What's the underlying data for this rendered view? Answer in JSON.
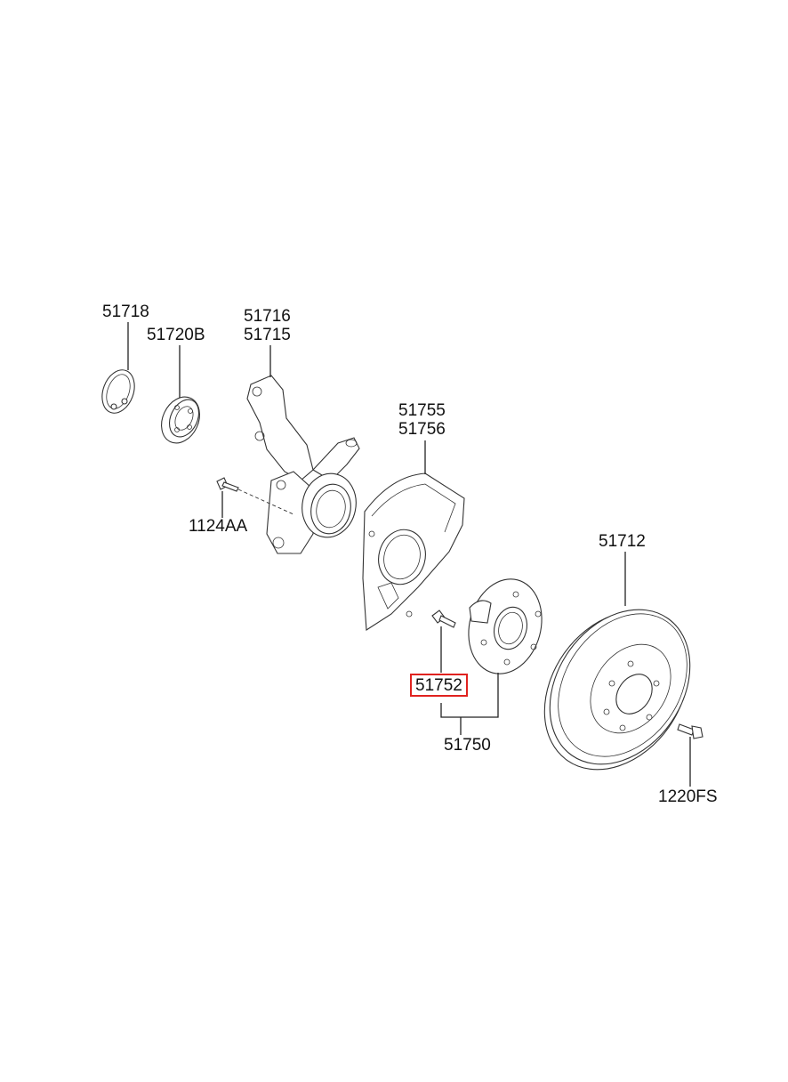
{
  "parts": {
    "snap_ring": "51718",
    "bearing": "51720B",
    "knuckle_lh": "51716",
    "knuckle_rh": "51715",
    "knuckle_bolt": "1124AA",
    "dust_cover_lh": "51755",
    "dust_cover_rh": "51756",
    "disc": "51712",
    "hub_bolt": "51752",
    "hub_assembly": "51750",
    "disc_screw": "1220FS"
  },
  "colors": {
    "highlight": "#e0221f",
    "line": "#222222"
  }
}
